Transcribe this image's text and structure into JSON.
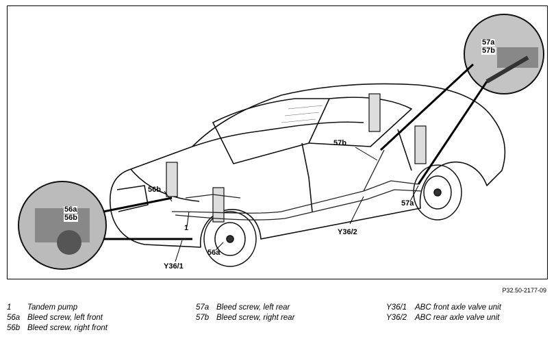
{
  "figure": {
    "figure_id": "P32.50-2177-09",
    "callouts": {
      "c56b": "56b",
      "c57b": "57b",
      "c57a": "57a",
      "cY362": "Y36/2",
      "c1": "1",
      "c56a": "56a",
      "cY361": "Y36/1"
    },
    "inset_left": {
      "label_a": "56a",
      "label_b": "56b"
    },
    "inset_right": {
      "label_a": "57a",
      "label_b": "57b"
    }
  },
  "legend": [
    {
      "key": "1",
      "text": "Tandem pump"
    },
    {
      "key": "56a",
      "text": "Bleed screw, left front"
    },
    {
      "key": "56b",
      "text": "Bleed screw, right front"
    },
    {
      "key": "57a",
      "text": "Bleed screw, left rear"
    },
    {
      "key": "57b",
      "text": "Bleed screw, right rear"
    },
    {
      "key": "Y36/1",
      "text": "ABC front axle valve unit"
    },
    {
      "key": "Y36/2",
      "text": "ABC rear axle valve unit"
    }
  ]
}
